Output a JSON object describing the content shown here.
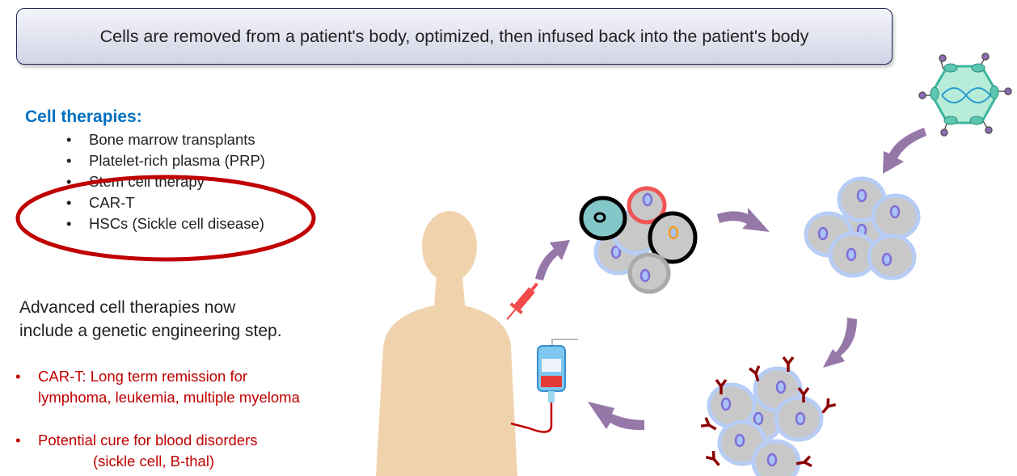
{
  "title": "Cells are removed from a patient's body, optimized, then infused back into the patient's body",
  "cell_therapies": {
    "heading": "Cell therapies:",
    "items": [
      "Bone marrow transplants",
      "Platelet-rich plasma (PRP)",
      "Stem cell therapy",
      "CAR-T",
      "HSCs (Sickle cell disease)"
    ]
  },
  "advanced": {
    "line1": "Advanced cell therapies now",
    "line2": "include a genetic engineering step."
  },
  "benefits": [
    {
      "line1": "CAR-T: Long term remission for",
      "line2": "lymphoma, leukemia, multiple myeloma"
    },
    {
      "line1": "Potential cure for blood disorders",
      "line2": "(sickle cell, B-thal)"
    }
  ],
  "colors": {
    "accent_blue": "#0070c0",
    "highlight_red": "#c00000",
    "arrow_purple": "#9577a8"
  }
}
